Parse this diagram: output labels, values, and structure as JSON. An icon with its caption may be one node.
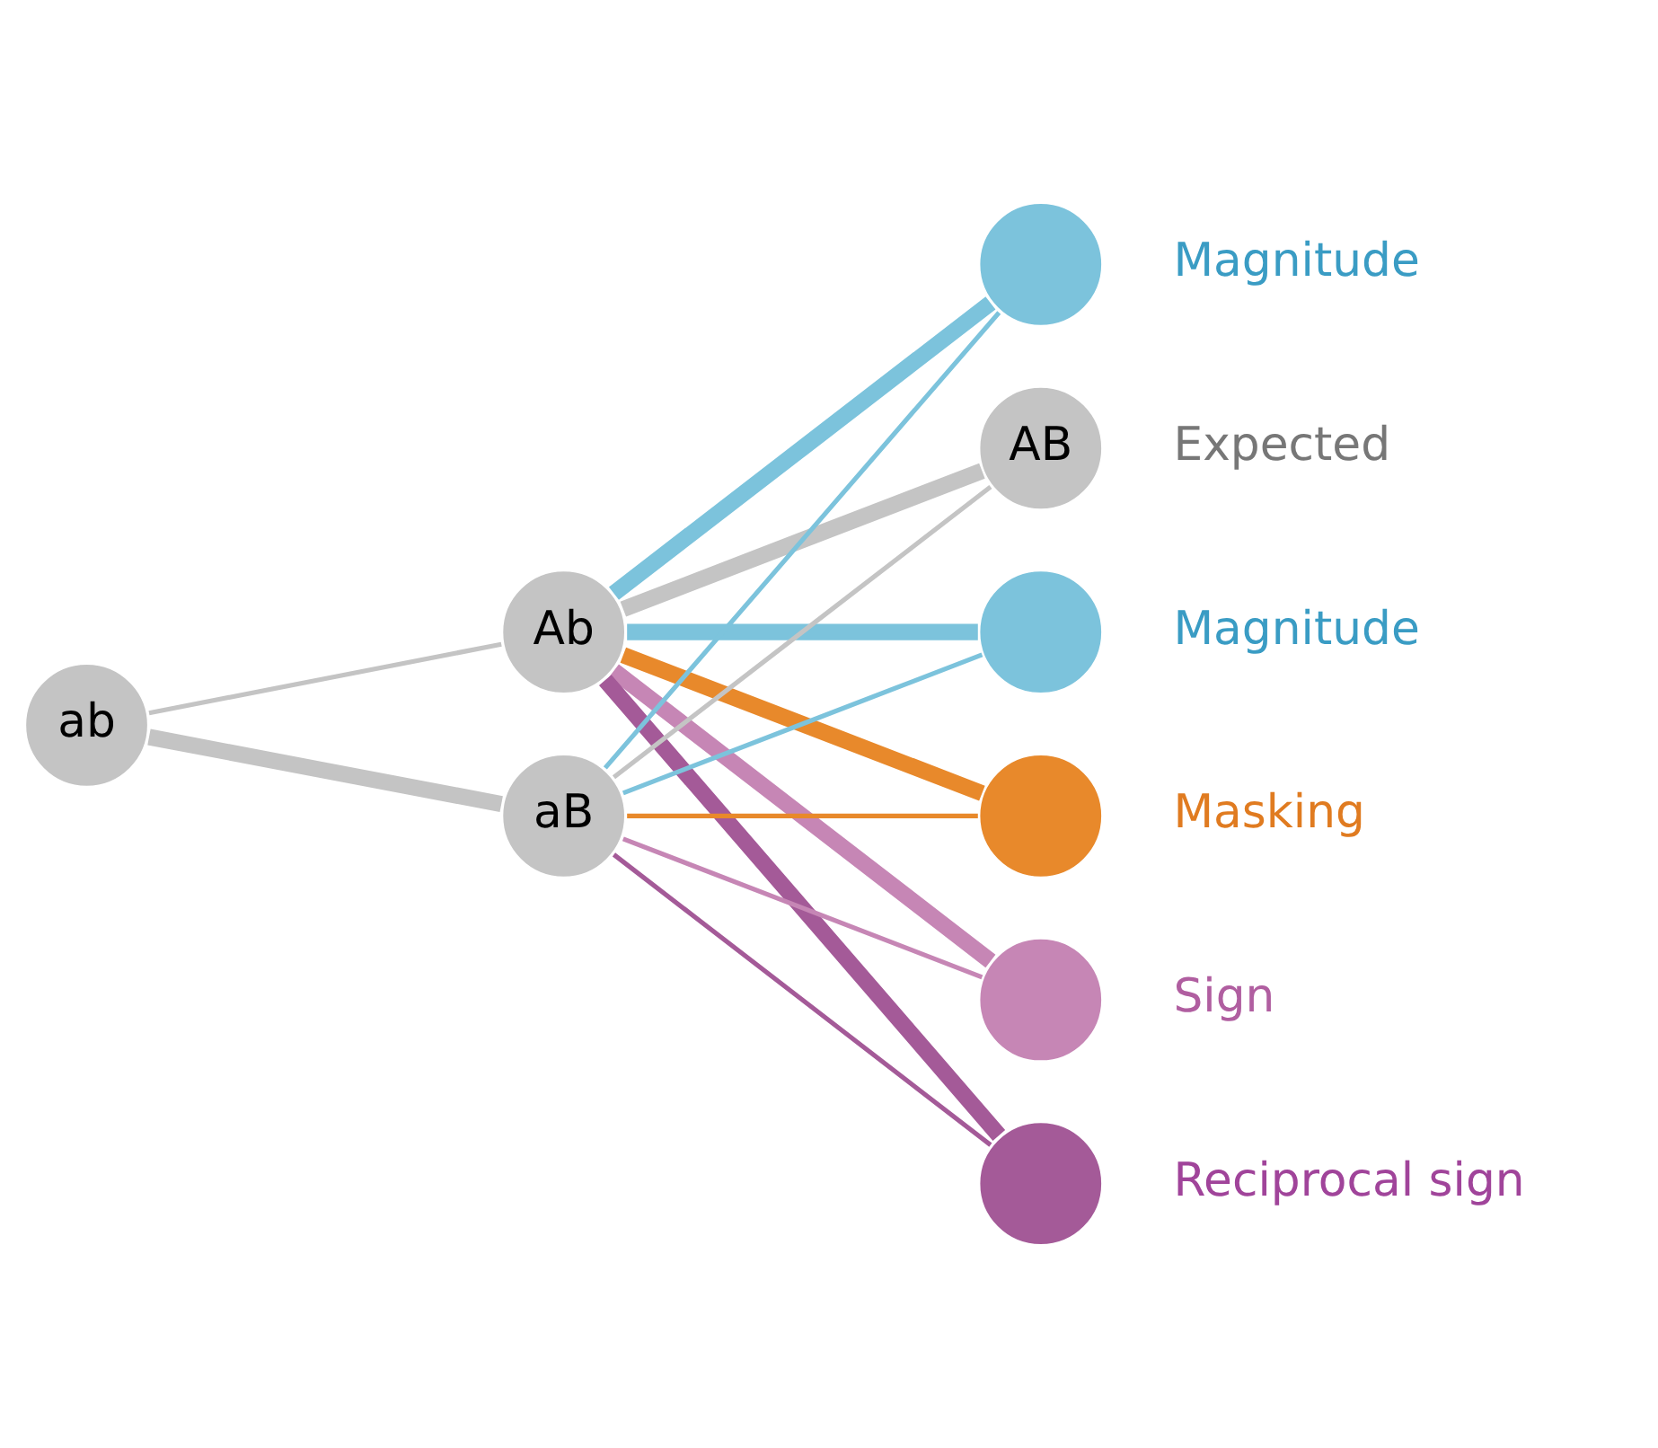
{
  "diagram": {
    "nodes": [
      {
        "text": [],
        "shape": "circle",
        "beside": [
          "Magnitude"
        ]
      },
      {
        "text": [
          "AB"
        ],
        "beside": [
          "Expected"
        ]
      },
      {
        "text": [],
        "shape": "circle",
        "beside": [
          "Magnitude"
        ]
      },
      {
        "text": [
          "Ab"
        ]
      },
      {
        "text": [],
        "shape": "circle",
        "beside": [
          "Masking"
        ]
      },
      {
        "text": [],
        "shape": "circle",
        "beside": [
          "Sign"
        ]
      },
      {
        "text": [
          "aB"
        ]
      },
      {
        "text": [],
        "shape": "circle",
        "beside": [
          "Reciprocal sign"
        ]
      },
      {
        "text": [
          "ab"
        ]
      }
    ],
    "edges": [
      {
        "from": 8,
        "to": 3,
        "arrow": "none",
        "color": "#c4c4c4"
      },
      {
        "from": 8,
        "to": 6,
        "arrow": "none",
        "style": "thick",
        "color": "#c4c4c4"
      },
      {
        "from": 3,
        "to": 0,
        "arrow": "none",
        "style": "thick",
        "color": "#7cc3dc"
      },
      {
        "from": 3,
        "to": 1,
        "arrow": "none",
        "style": "thick",
        "color": "#c4c4c4"
      },
      {
        "from": 3,
        "to": 2,
        "arrow": "none",
        "style": "thick",
        "color": "#7cc3dc"
      },
      {
        "from": 3,
        "to": 4,
        "arrow": "none",
        "style": "thick",
        "color": "#e8892b"
      },
      {
        "from": 3,
        "to": 5,
        "arrow": "none",
        "style": "thick",
        "color": "#c686b5"
      },
      {
        "from": 3,
        "to": 7,
        "arrow": "none",
        "style": "thick",
        "color": "#a45a98"
      },
      {
        "from": 6,
        "to": 0,
        "arrow": "none",
        "color": "#7cc3dc"
      },
      {
        "from": 6,
        "to": 1,
        "arrow": "none",
        "color": "#c4c4c4"
      },
      {
        "from": 6,
        "to": 2,
        "arrow": "none",
        "color": "#7cc3dc"
      },
      {
        "from": 6,
        "to": 4,
        "arrow": "none",
        "color": "#e8892b"
      },
      {
        "from": 6,
        "to": 5,
        "arrow": "none",
        "color": "#c686b5"
      },
      {
        "from": 6,
        "to": 7,
        "arrow": "none",
        "color": "#a45a98"
      }
    ]
  }
}
